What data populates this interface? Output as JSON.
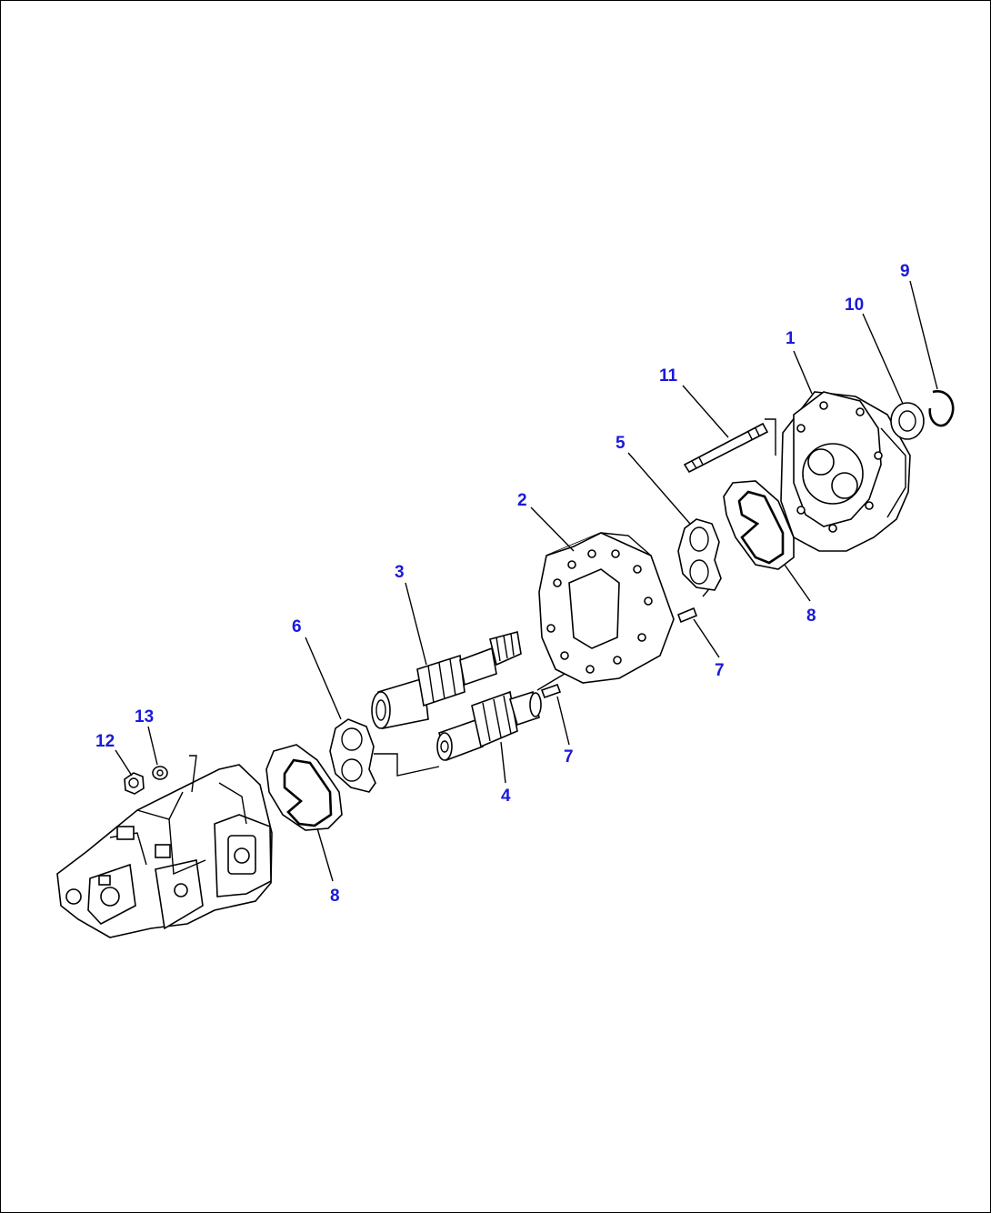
{
  "diagram": {
    "colors": {
      "callout_text": "#1a1ad8",
      "line": "#000000",
      "background": "#ffffff"
    },
    "callouts": [
      {
        "id": "c1",
        "label": "1"
      },
      {
        "id": "c2",
        "label": "2"
      },
      {
        "id": "c3",
        "label": "3"
      },
      {
        "id": "c4",
        "label": "4"
      },
      {
        "id": "c5",
        "label": "5"
      },
      {
        "id": "c6",
        "label": "6"
      },
      {
        "id": "c7a",
        "label": "7"
      },
      {
        "id": "c7b",
        "label": "7"
      },
      {
        "id": "c8a",
        "label": "8"
      },
      {
        "id": "c8b",
        "label": "8"
      },
      {
        "id": "c9",
        "label": "9"
      },
      {
        "id": "c10",
        "label": "10"
      },
      {
        "id": "c11",
        "label": "11"
      },
      {
        "id": "c12",
        "label": "12"
      },
      {
        "id": "c13",
        "label": "13"
      }
    ]
  }
}
